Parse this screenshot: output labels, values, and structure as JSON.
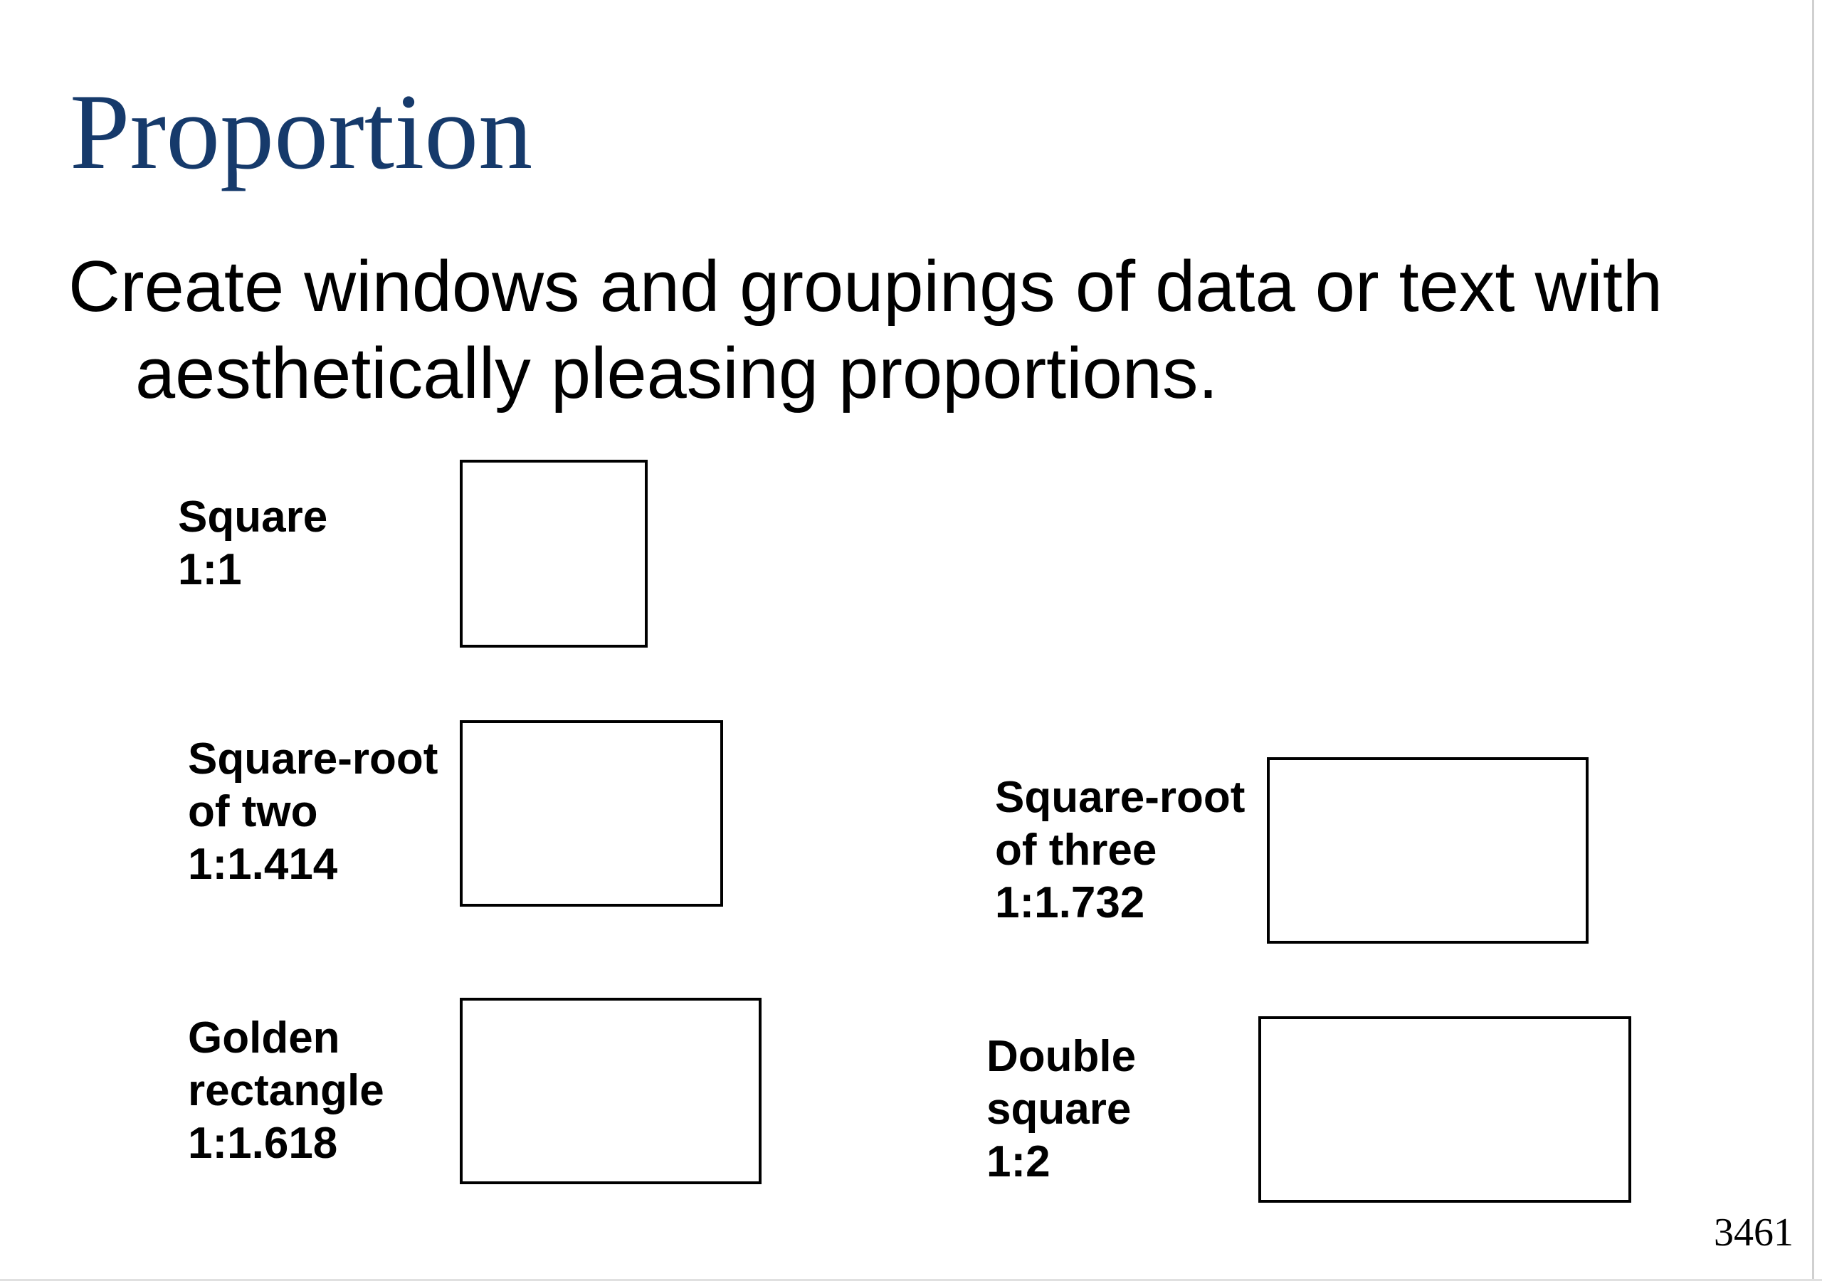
{
  "slide": {
    "title": "Proportion",
    "body_line1": "Create windows and groupings of data or text with",
    "body_line2": "aesthetically pleasing proportions.",
    "page_number": "3461"
  },
  "proportions": [
    {
      "name_line1": "Square",
      "name_line2": "",
      "ratio": "1:1",
      "ratio_value": 1.0
    },
    {
      "name_line1": "Square-root",
      "name_line2": "of two",
      "ratio": "1:1.414",
      "ratio_value": 1.414
    },
    {
      "name_line1": "Square-root",
      "name_line2": "of three",
      "ratio": "1:1.732",
      "ratio_value": 1.732
    },
    {
      "name_line1": "Golden",
      "name_line2": "rectangle",
      "ratio": "1:1.618",
      "ratio_value": 1.618
    },
    {
      "name_line1": "Double",
      "name_line2": "square",
      "ratio": "1:2",
      "ratio_value": 2.0
    }
  ]
}
